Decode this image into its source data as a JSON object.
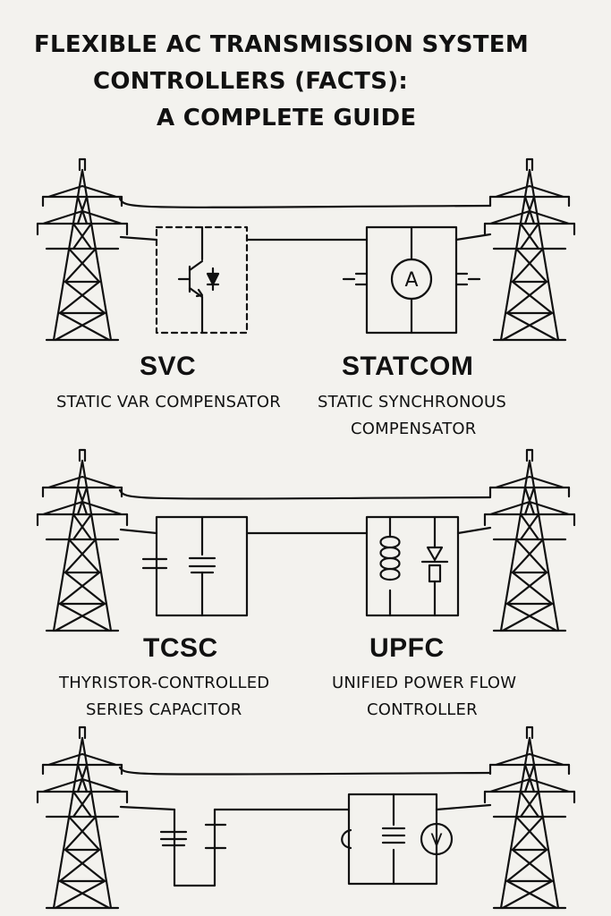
{
  "title": {
    "line1": "FLEXIBLE AC TRANSMISSION SYSTEM",
    "line2": "CONTROLLERS (FACTS):",
    "line3": "A COMPLETE GUIDE"
  },
  "controllers": {
    "svc": {
      "abbr": "SVC",
      "desc1": "STATIC VAR COMPENSATOR",
      "desc2": ""
    },
    "statcom": {
      "abbr": "STATCOM",
      "desc1": "STATIC SYNCHRONOUS",
      "desc2": "COMPENSATOR"
    },
    "tcsc": {
      "abbr": "TCSC",
      "desc1": "THYRISTOR-CONTROLLED",
      "desc2": "SERIES CAPACITOR"
    },
    "upfc": {
      "abbr": "UPFC",
      "desc1": "UNIFIED POWER FLOW",
      "desc2": "CONTROLLER"
    }
  },
  "meters": {
    "ammeter": "A",
    "voltmeter": "V"
  },
  "icons": [
    "transmission-tower-icon",
    "thyristor-icon",
    "capacitor-icon",
    "inductor-icon",
    "ammeter-icon",
    "voltmeter-icon"
  ],
  "colors": {
    "background": "#f3f2ee",
    "ink": "#111111"
  }
}
